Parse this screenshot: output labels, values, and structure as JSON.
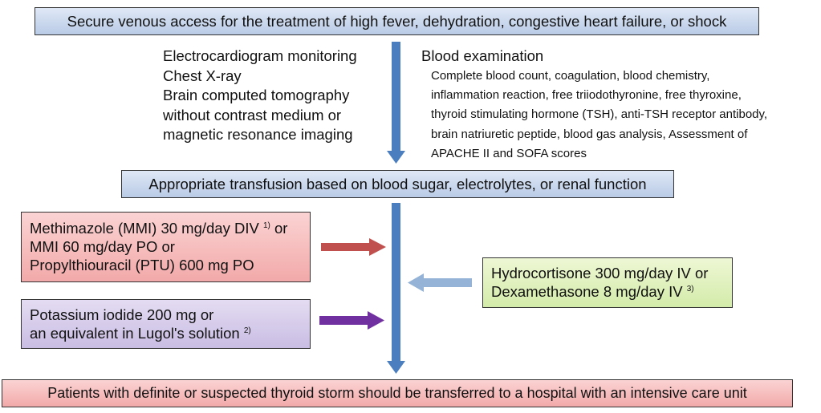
{
  "top_box": {
    "text": "Secure venous access for the treatment of high fever, dehydration, congestive heart failure, or shock"
  },
  "left_list": [
    "Electrocardiogram monitoring",
    "Chest X-ray",
    "Brain computed tomography",
    "without contrast medium or",
    "magnetic resonance imaging"
  ],
  "blood": {
    "title": "Blood examination",
    "items": [
      "Complete blood count, coagulation, blood chemistry,",
      "inflammation reaction, free triiodothyronine, free thyroxine,",
      "thyroid stimulating hormone (TSH), anti-TSH receptor antibody,",
      "brain natriuretic peptide, blood gas analysis, Assessment of",
      "APACHE II and SOFA scores"
    ]
  },
  "middle_box": {
    "text": "Appropriate transfusion based on blood sugar, electrolytes, or renal function"
  },
  "red_box": {
    "line1": "Methimazole (MMI) 30 mg/day DIV ",
    "line1_sup": "1)",
    "line1_end": " or",
    "line2": "MMI 60 mg/day PO or",
    "line3": "Propylthiouracil (PTU) 600 mg PO"
  },
  "purple_box": {
    "line1": "Potassium iodide 200 mg or",
    "line2": "an equivalent in Lugol's solution ",
    "line2_sup": "2)"
  },
  "green_box": {
    "line1": "Hydrocortisone 300 mg/day IV or",
    "line2": "Dexamethasone 8 mg/day IV ",
    "line2_sup": "3)"
  },
  "bottom_box": {
    "text": "Patients with definite or suspected thyroid storm should be transferred to a hospital with an intensive care unit"
  },
  "colors": {
    "main_arrow": "#4a7ebf",
    "red_arrow": "#c0504d",
    "purple_arrow": "#7030a0",
    "light_blue_arrow": "#95b3d7"
  }
}
